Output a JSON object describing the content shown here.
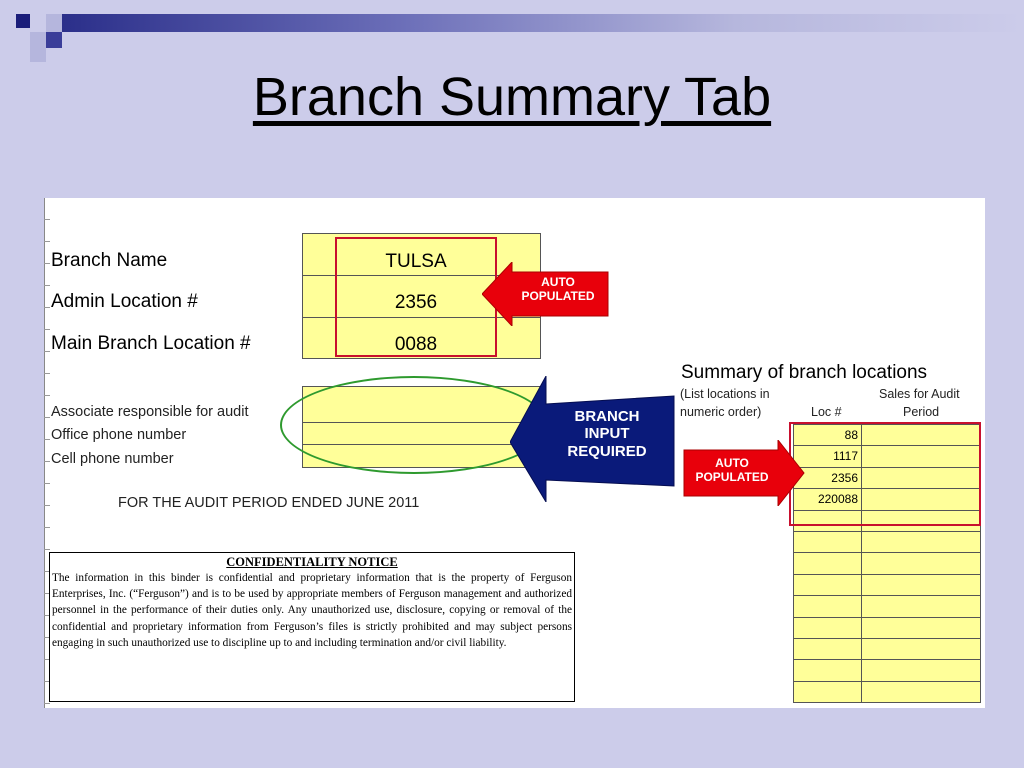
{
  "slide": {
    "title": "Branch Summary Tab"
  },
  "branch_info": {
    "name_label": "Branch Name",
    "name_value": "TULSA",
    "admin_label": "Admin Location #",
    "admin_value": "2356",
    "main_label": "Main Branch Location #",
    "main_value": "0088"
  },
  "contacts": {
    "associate_label": "Associate responsible for audit",
    "office_label": "Office phone number",
    "cell_label": "Cell phone number"
  },
  "audit_period": "FOR THE AUDIT PERIOD ENDED JUNE 2011",
  "summary": {
    "title": "Summary of branch locations",
    "subtitle_line1": "(List locations in",
    "subtitle_line2": "numeric order)",
    "col_loc": "Loc #",
    "col_sales_line1": "Sales for Audit",
    "col_sales_line2": "Period",
    "locations": [
      "88",
      "1117",
      "2356",
      "220088"
    ]
  },
  "callouts": {
    "auto_populated_1": "AUTO POPULATED",
    "branch_input": "BRANCH INPUT REQUIRED",
    "auto_populated_2": "AUTO POPULATED"
  },
  "notice": {
    "title": "CONFIDENTIALITY NOTICE",
    "body": "The information in this binder is confidential and proprietary information that is the property of Ferguson Enterprises, Inc. (“Ferguson”) and is to be used by appropriate members of Ferguson management and authorized personnel in the performance of their duties only.  Any unauthorized use, disclosure, copying or removal of the confidential and proprietary information from Ferguson’s files is strictly prohibited and may subject persons engaging in such unauthorized use to discipline up to and including termination and/or civil liability."
  },
  "colors": {
    "background": "#ccccea",
    "cell_yellow": "#ffff99",
    "highlight_red": "#c8102e",
    "highlight_green": "#2e9a2e",
    "callout_red": "#e8000b",
    "callout_blue": "#0a1a7a"
  }
}
